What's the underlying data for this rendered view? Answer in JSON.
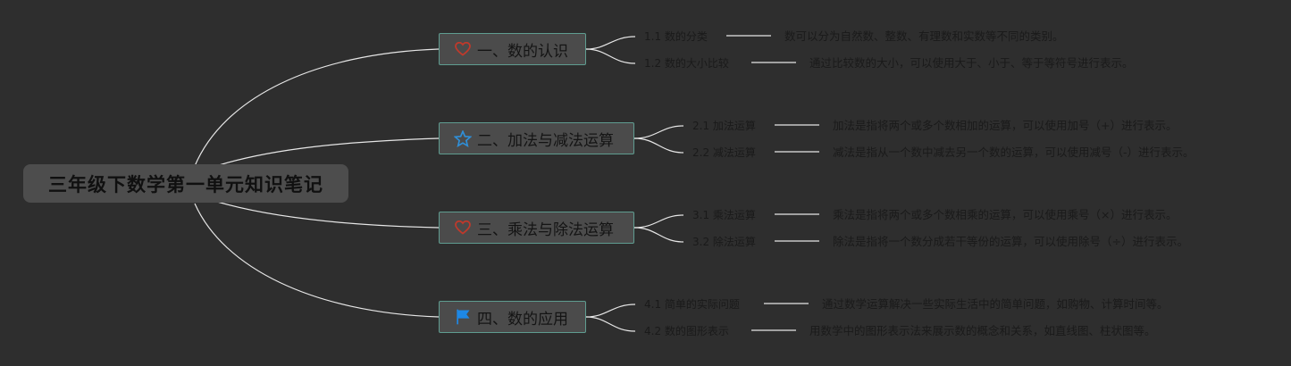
{
  "root": {
    "title": "三年级下数学第一单元知识笔记"
  },
  "branches": [
    {
      "label": "一、数的认识",
      "icon": "heart-icon",
      "icon_color": "#c0392b",
      "items": [
        {
          "label": "1.1 数的分类",
          "desc": "数可以分为自然数、整数、有理数和实数等不同的类别。"
        },
        {
          "label": "1.2 数的大小比较",
          "desc": "通过比较数的大小，可以使用大于、小于、等于等符号进行表示。"
        }
      ]
    },
    {
      "label": "二、加法与减法运算",
      "icon": "star-icon",
      "icon_color": "#2f8fd8",
      "items": [
        {
          "label": "2.1 加法运算",
          "desc": "加法是指将两个或多个数相加的运算，可以使用加号（+）进行表示。"
        },
        {
          "label": "2.2 减法运算",
          "desc": "减法是指从一个数中减去另一个数的运算，可以使用减号（-）进行表示。"
        }
      ]
    },
    {
      "label": "三、乘法与除法运算",
      "icon": "heart-icon",
      "icon_color": "#c0392b",
      "items": [
        {
          "label": "3.1 乘法运算",
          "desc": "乘法是指将两个或多个数相乘的运算，可以使用乘号（×）进行表示。"
        },
        {
          "label": "3.2 除法运算",
          "desc": "除法是指将一个数分成若干等份的运算，可以使用除号（÷）进行表示。"
        }
      ]
    },
    {
      "label": "四、数的应用",
      "icon": "flag-icon",
      "icon_color": "#1e88e5",
      "items": [
        {
          "label": "4.1 简单的实际问题",
          "desc": "通过数学运算解决一些实际生活中的简单问题，如购物、计算时间等。"
        },
        {
          "label": "4.2 数的图形表示",
          "desc": "用数学中的图形表示法来展示数的概念和关系，如直线图、柱状图等。"
        }
      ]
    }
  ],
  "colors": {
    "background": "#2e2e2e",
    "line": "#e6e6e6",
    "branch_border": "#5f9c90",
    "text": "#1a1a1a"
  }
}
